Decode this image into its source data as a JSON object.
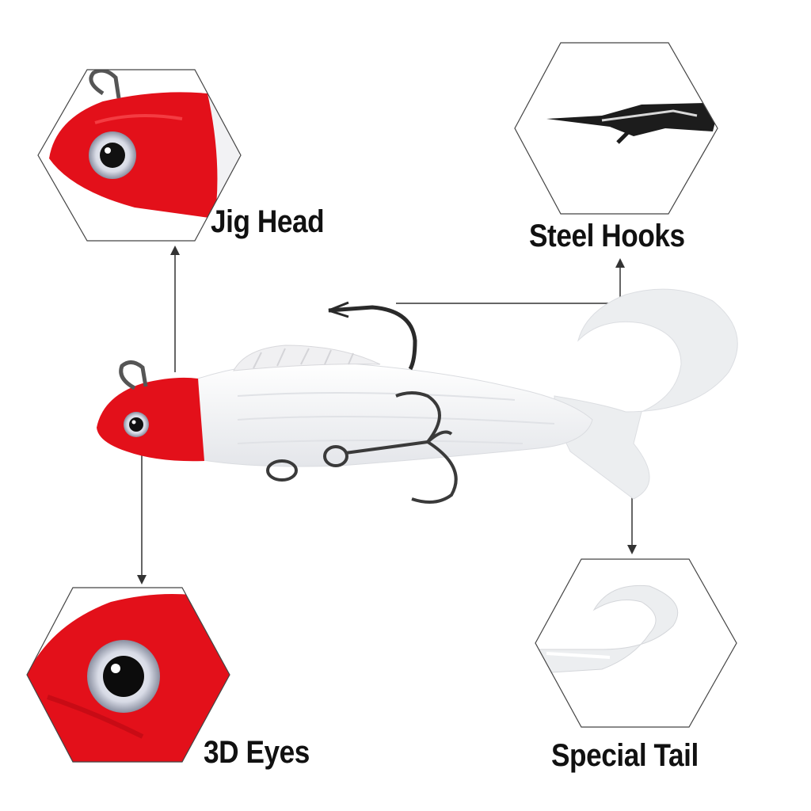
{
  "labels": {
    "jig_head": "Jig Head",
    "steel_hooks": "Steel Hooks",
    "eyes": "3D Eyes",
    "special_tail": "Special Tail"
  },
  "colors": {
    "head_red": "#e3101a",
    "body_white": "#f4f4f6",
    "tail_translucent": "#eceef0",
    "hook_metal": "#3a3a3a",
    "line": "#333333",
    "text": "#111111"
  }
}
